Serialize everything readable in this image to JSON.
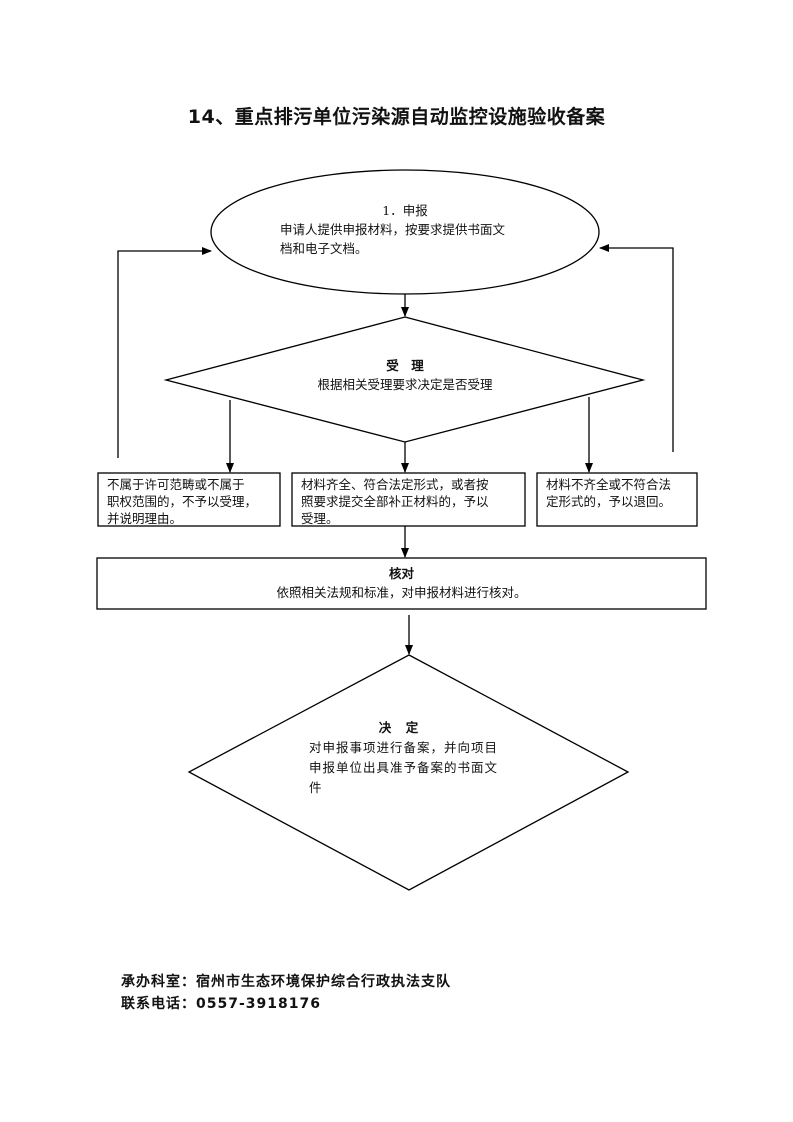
{
  "title": "14、重点排污单位污染源自动监控设施验收备案",
  "flowchart": {
    "report": {
      "heading": "1．申报",
      "line1": "申请人提供申报材料，按要求提供书面文",
      "line2": "档和电子文档。"
    },
    "acceptance": {
      "heading": "受　理",
      "body": "根据相关受理要求决定是否受理"
    },
    "outcome_left": {
      "line1": "不属于许可范畴或不属于",
      "line2": "职权范围的，不予以受理，",
      "line3": "并说明理由。"
    },
    "outcome_middle": {
      "line1": "材料齐全、符合法定形式，或者按",
      "line2": "照要求提交全部补正材料的，予以",
      "line3": "受理。"
    },
    "outcome_right": {
      "line1": "材料不齐全或不符合法",
      "line2": "定形式的，予以退回。"
    },
    "verify": {
      "heading": "核对",
      "body": "依照相关法规和标准，对申报材料进行核对。"
    },
    "decision": {
      "heading": "决　定",
      "line1": "对申报事项进行备案，并向项目",
      "line2": "申报单位出具准予备案的书面文",
      "line3": "件"
    }
  },
  "footer": {
    "department": "承办科室：宿州市生态环境保护综合行政执法支队",
    "phone": "联系电话：0557-3918176"
  }
}
